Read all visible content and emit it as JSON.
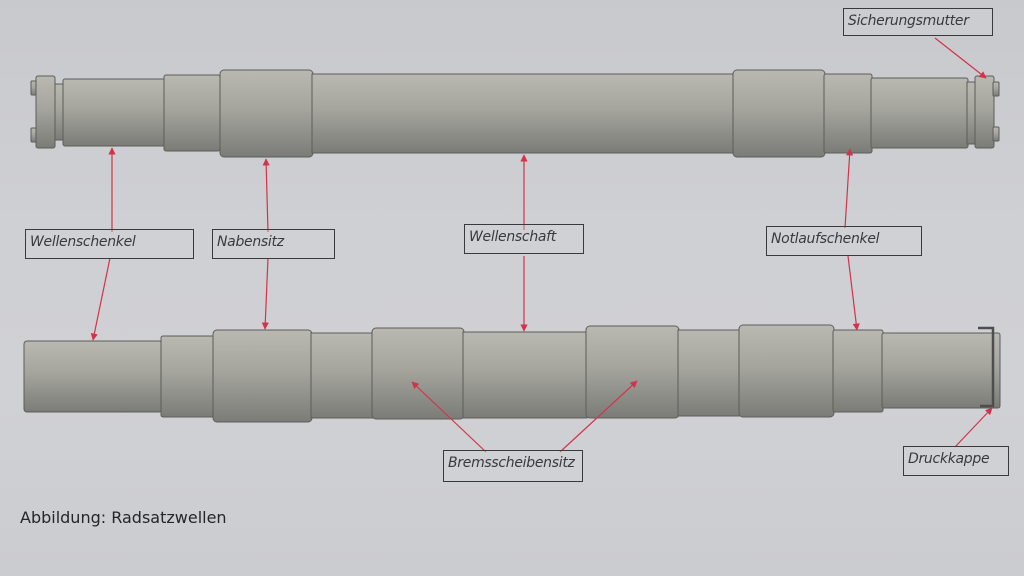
{
  "figure": {
    "caption": "Abbildung: Radsatzwellen",
    "colors": {
      "paper": "#cfd0d4",
      "shaft_light": "#b6b5ae",
      "shaft_dark": "#7d7e78",
      "outline": "#5c5d5a",
      "arrow": "#d2334a",
      "label_border": "#3a3a3c"
    }
  },
  "labels": {
    "sicherungsmutter": "Sicherungsmutter",
    "wellenschenkel": "Wellenschenkel",
    "nabensitz": "Nabensitz",
    "wellenschaft": "Wellenschaft",
    "notlaufschenkel": "Notlaufschenkel",
    "bremsscheibensitz": "Bremsscheibensitz",
    "druckkappe": "Druckkappe"
  },
  "shafts": [
    {
      "name": "top-shaft",
      "description": "Radsatzwelle mit Sicherungsmutter"
    },
    {
      "name": "bottom-shaft",
      "description": "Radsatzwelle mit Bremsscheibensitzen und Druckkappe"
    }
  ]
}
